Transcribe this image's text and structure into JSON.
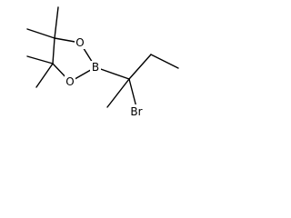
{
  "molecule": {
    "atoms": {
      "oxygen_top": "O",
      "oxygen_bottom": "O",
      "boron": "B",
      "bromine": "Br"
    }
  }
}
